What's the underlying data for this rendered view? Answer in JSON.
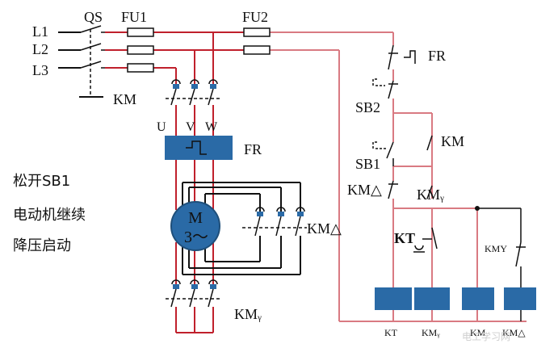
{
  "labels": {
    "L1": "L1",
    "L2": "L2",
    "L3": "L3",
    "QS": "QS",
    "FU1": "FU1",
    "FU2": "FU2",
    "KM_main": "KM",
    "U": "U",
    "V": "V",
    "W": "W",
    "FR_main": "FR",
    "FR_ctrl": "FR",
    "SB2": "SB2",
    "SB1": "SB1",
    "KM_ctrl": "KM",
    "KM_delta_ctrl": "KM△",
    "KM_y_ctrl": "KMᵧ",
    "KT_contact": "KT",
    "KMY_contact": "KMY",
    "KM_delta_main": "KM△",
    "KM_y_main": "KMᵧ",
    "motor_line1": "M",
    "motor_line2": "3～",
    "coil_KT": "KT",
    "coil_KMy": "KMᵧ",
    "coil_KM": "KM",
    "coil_KMD": "KM△"
  },
  "caption": {
    "line1": "松开SB1",
    "line2": "电动机继续",
    "line3": "降压启动"
  },
  "watermark": "电工学习网",
  "colors": {
    "red": "#c0202c",
    "pink": "#d97a82",
    "black": "#111111",
    "blue": "#2a6aa6",
    "blue_dark": "#1f4f7a"
  }
}
